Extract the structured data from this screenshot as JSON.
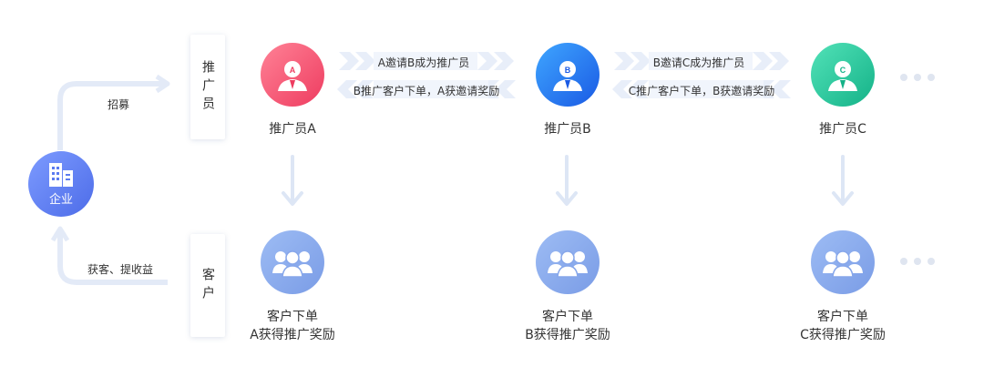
{
  "enterprise": {
    "label": "企业"
  },
  "left_flow": {
    "recruit": "招募",
    "earn": "获客、提收益"
  },
  "columns": {
    "promoter": "推广员",
    "customer": "客户"
  },
  "promoters": [
    {
      "letter": "A",
      "name": "推广员A",
      "color_from": "#ff7a8c",
      "color_to": "#ef3e62"
    },
    {
      "letter": "B",
      "name": "推广员B",
      "color_from": "#3aa0ff",
      "color_to": "#1a5ee6"
    },
    {
      "letter": "C",
      "name": "推广员C",
      "color_from": "#4fe0b4",
      "color_to": "#17b58a"
    }
  ],
  "invites": [
    {
      "forward": "A邀请B成为推广员",
      "backward": "B推广客户下单，A获邀请奖励"
    },
    {
      "forward": "B邀请C成为推广员",
      "backward": "C推广客户下单，B获邀请奖励"
    }
  ],
  "customers": [
    {
      "line1": "客户下单",
      "line2": "A获得推广奖励"
    },
    {
      "line1": "客户下单",
      "line2": "B获得推广奖励"
    },
    {
      "line1": "客户下单",
      "line2": "C获得推广奖励"
    }
  ],
  "colors": {
    "enterprise": "#5b7bf0",
    "customer": "#8fb0ee",
    "arrow": "#dfe8f6",
    "chevron": "#e6ecf8"
  }
}
